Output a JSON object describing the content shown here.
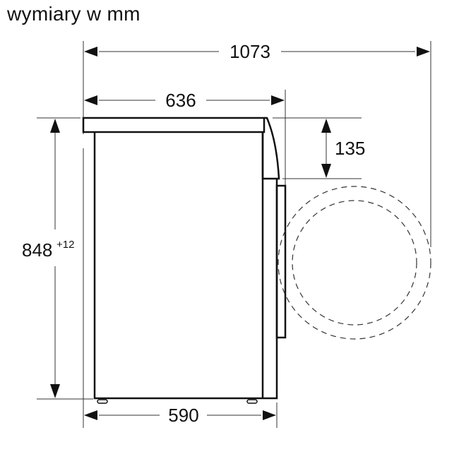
{
  "title": "wymiary w mm",
  "dimensions": {
    "total_depth_door_open": "1073",
    "top_depth": "636",
    "body_depth": "590",
    "height": "848",
    "height_tolerance": "+12",
    "top_to_door": "135"
  }
}
